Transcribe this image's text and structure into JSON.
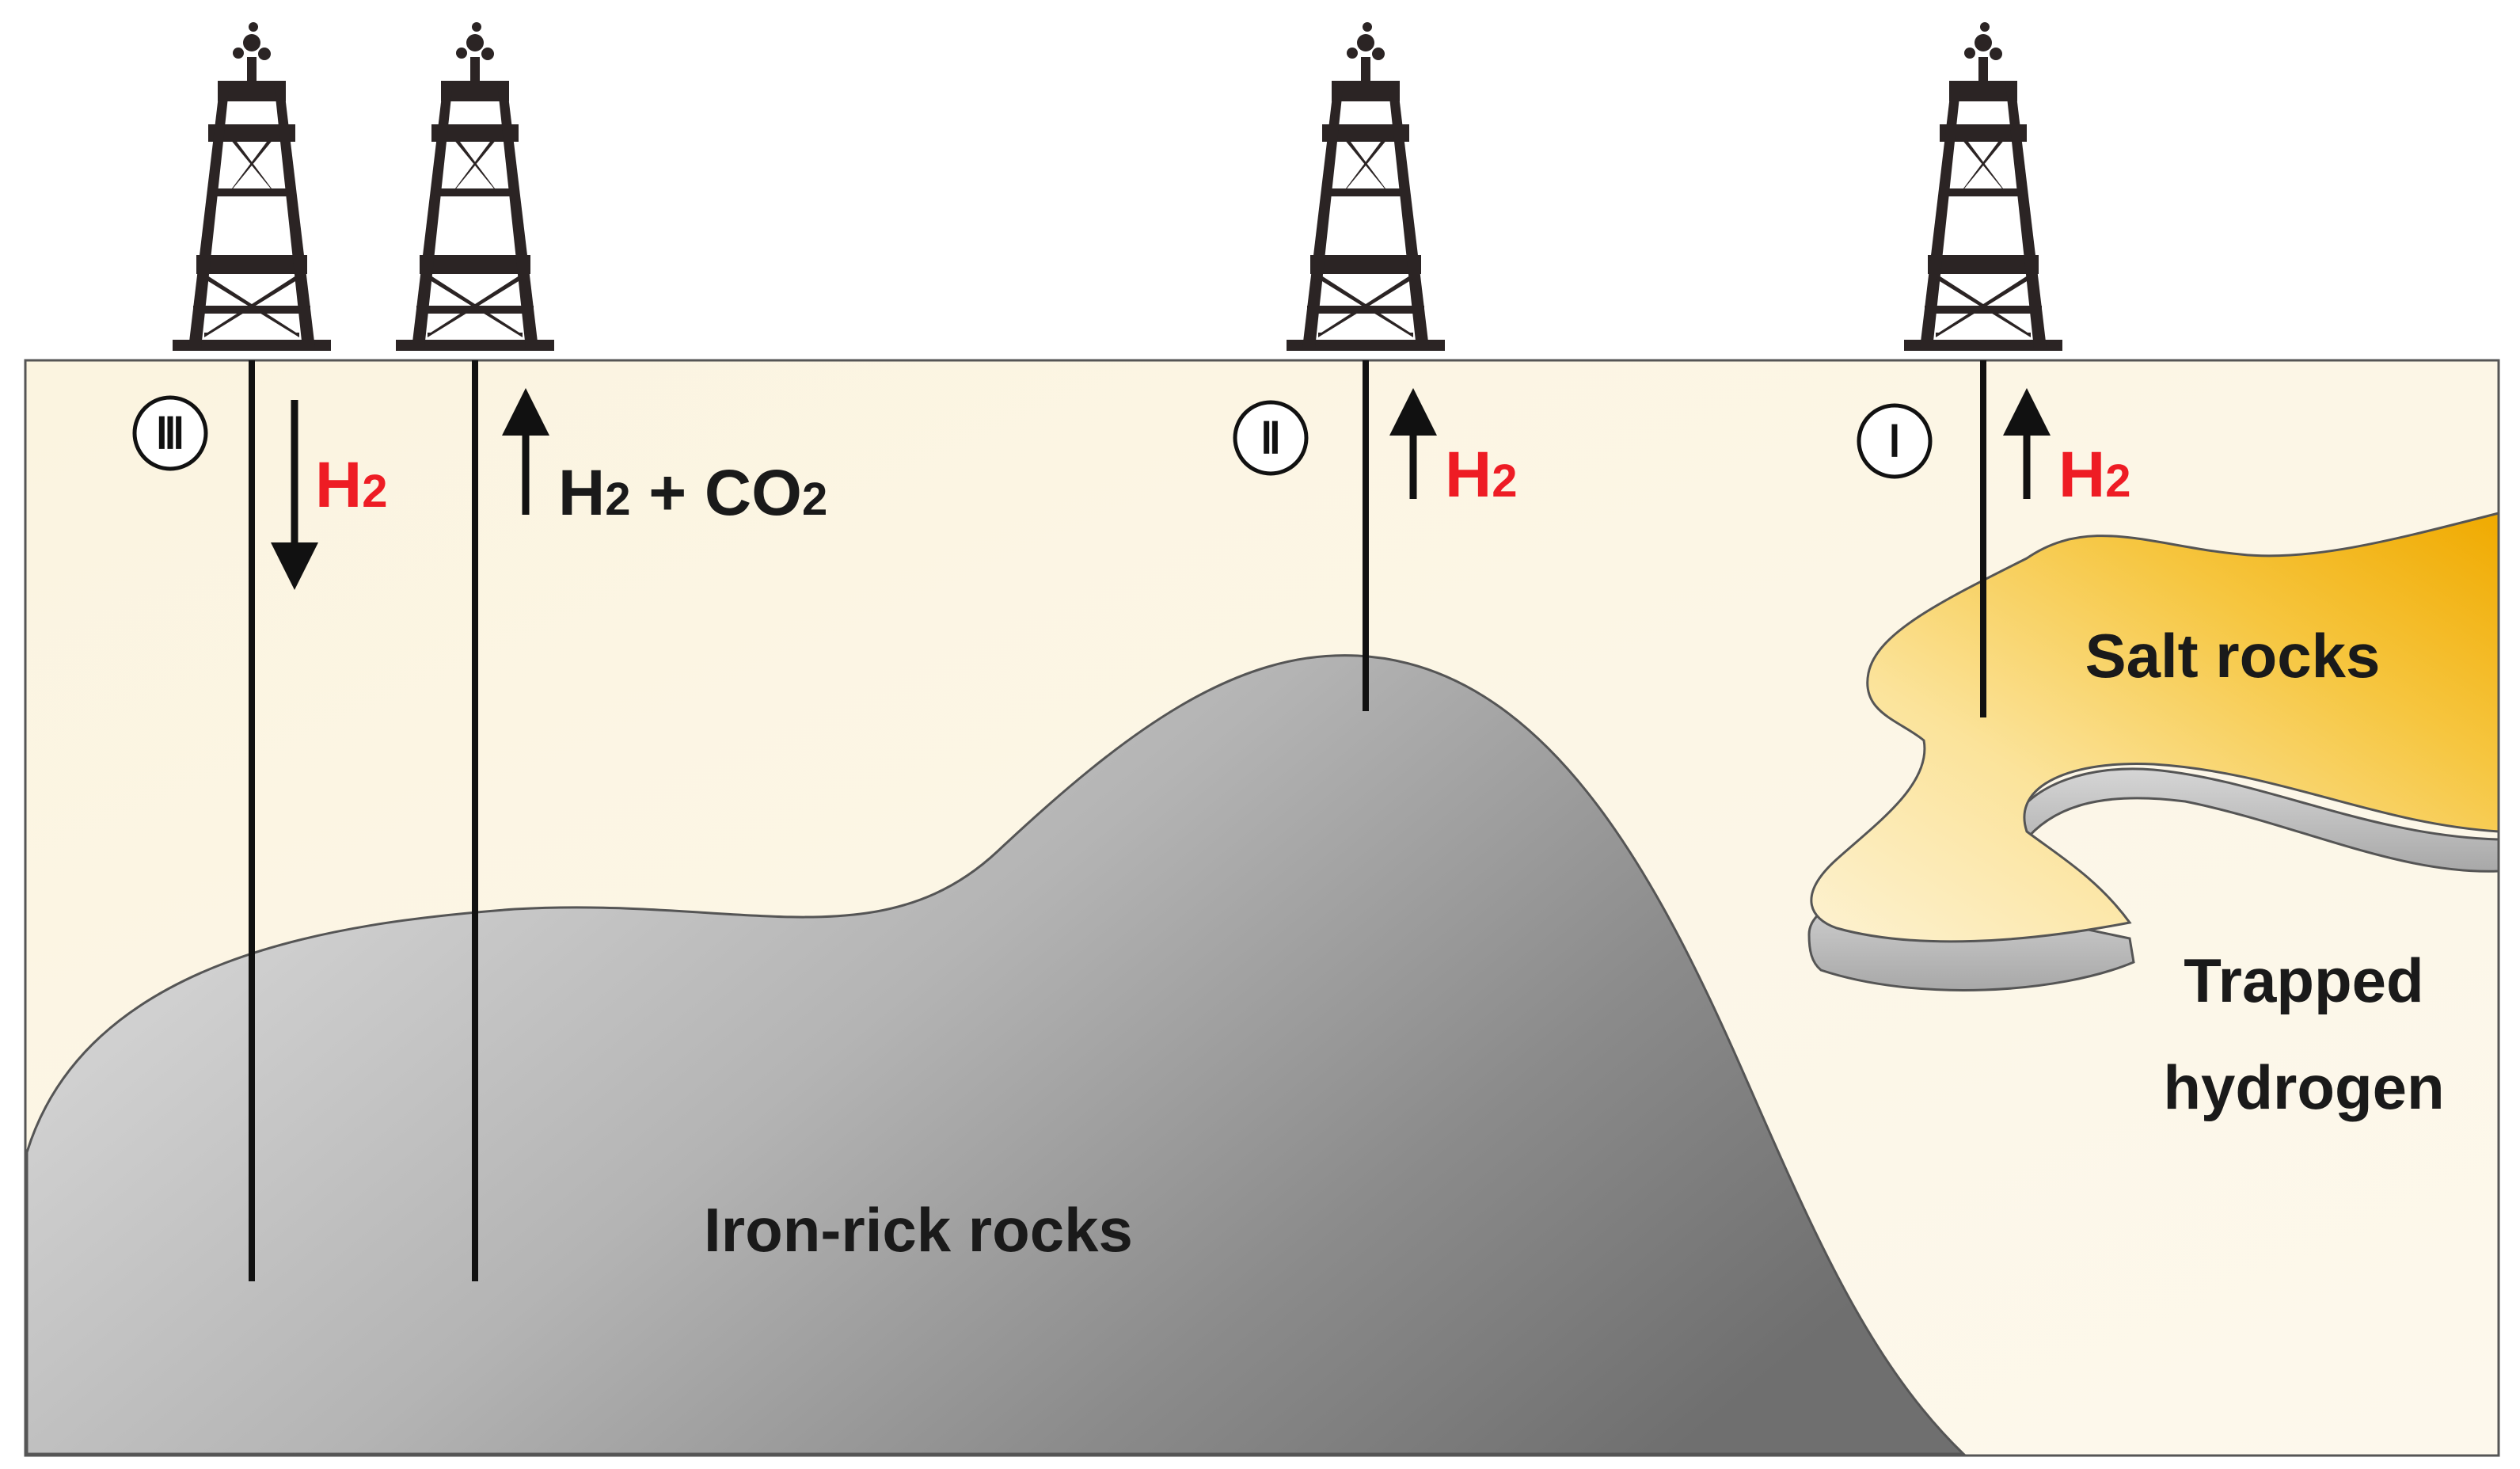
{
  "wells": [
    {
      "marker": "Ⅲ",
      "gas": "H",
      "sub": "2",
      "direction": "down"
    },
    {
      "gas": "H",
      "sub": "2",
      "extra": " + CO",
      "extra_sub": "2",
      "direction": "up"
    },
    {
      "marker": "Ⅱ",
      "gas": "H",
      "sub": "2",
      "direction": "up"
    },
    {
      "marker": "Ⅰ",
      "gas": "H",
      "sub": "2",
      "direction": "up"
    }
  ],
  "labels": {
    "salt": "Salt rocks",
    "trapped_line1": "Trapped",
    "trapped_line2": "hydrogen",
    "iron": "Iron-rick rocks"
  },
  "colors": {
    "background": "#fdf7e8",
    "hydrogen_red": "#ee1c24",
    "salt_gold": "#f4b400",
    "rock_gray": "#8a8a8a",
    "derrick": "#2b2424"
  }
}
